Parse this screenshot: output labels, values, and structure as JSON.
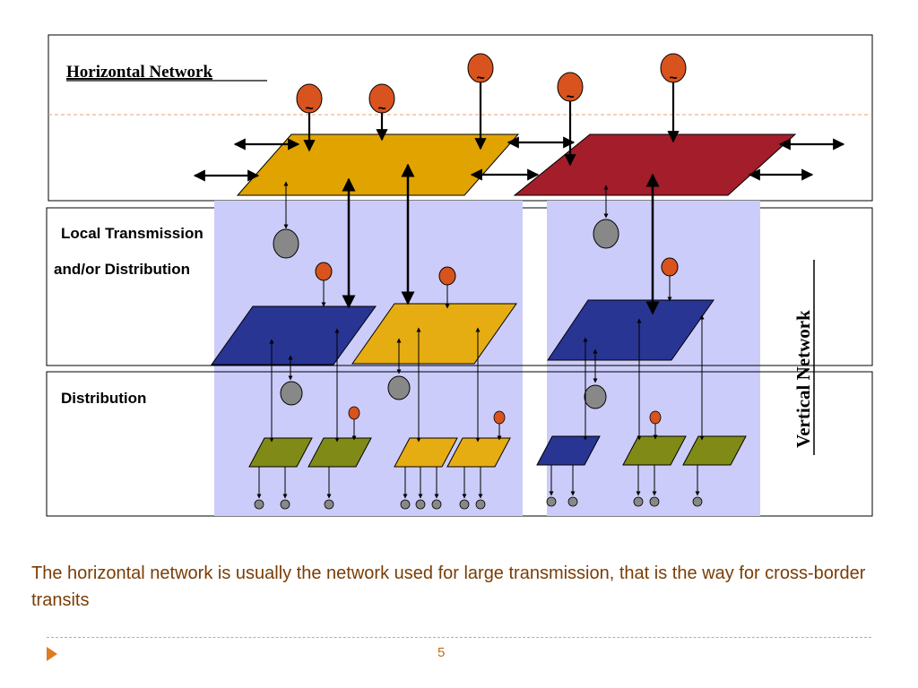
{
  "diagram": {
    "labels": {
      "horizontal_network": "Horizontal Network ",
      "local_transmission_1": "Local Transmission",
      "local_transmission_2": "and/or Distribution",
      "distribution": "Distribution",
      "vertical_network": "Vertical Network"
    },
    "generator_symbol": "~",
    "colors": {
      "transmission_gold": "#e0a300",
      "transmission_red": "#a31d2a",
      "local_blue": "#283593",
      "local_gold": "#e6ad12",
      "distribution_olive": "#7f8b16",
      "distribution_gold": "#e6ad12",
      "region_shade": "#ccccfa",
      "generator": "#d9531e",
      "load": "#888888",
      "dashed_line": "#e8a070"
    }
  },
  "caption": "The horizontal network is usually the network used for large transmission, that is the way for cross-border transits",
  "page_number": "5",
  "icons": {
    "bullet": "triangle-right-bullet-icon"
  }
}
